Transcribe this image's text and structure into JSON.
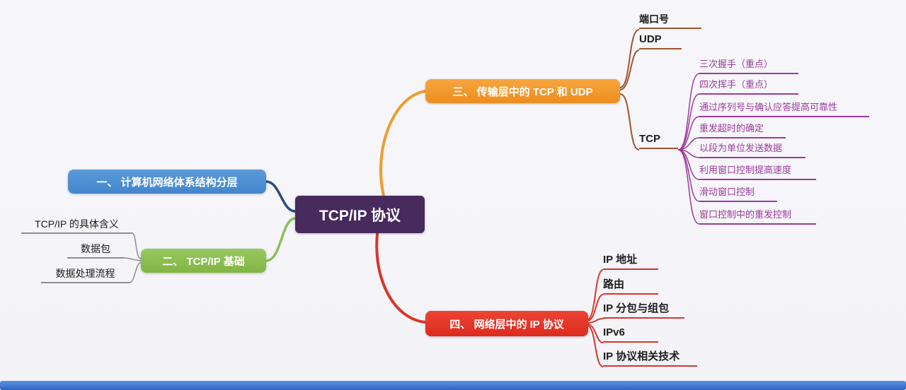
{
  "title": "TCP/IP 协议",
  "branches": {
    "layering": {
      "label": "一、 计算机网络体系结构分层"
    },
    "basics": {
      "label": "二、 TCP/IP 基础",
      "children": [
        {
          "label": "TCP/IP 的具体含义"
        },
        {
          "label": "数据包"
        },
        {
          "label": "数据处理流程"
        }
      ]
    },
    "transport": {
      "label": "三、 传输层中的 TCP 和 UDP",
      "children": [
        {
          "label": "端口号"
        },
        {
          "label": "UDP"
        },
        {
          "label": "TCP",
          "children": [
            {
              "label": "三次握手（重点）"
            },
            {
              "label": "四次挥手（重点）"
            },
            {
              "label": "通过序列号与确认应答提高可靠性"
            },
            {
              "label": "重发超时的确定"
            },
            {
              "label": "以段为单位发送数据"
            },
            {
              "label": "利用窗口控制提高速度"
            },
            {
              "label": "滑动窗口控制"
            },
            {
              "label": "窗口控制中的重发控制"
            }
          ]
        }
      ]
    },
    "network": {
      "label": "四、 网络层中的 IP 协议",
      "children": [
        {
          "label": "IP 地址"
        },
        {
          "label": "路由"
        },
        {
          "label": "IP 分包与组包"
        },
        {
          "label": "IPv6"
        },
        {
          "label": "IP 协议相关技术"
        }
      ]
    }
  },
  "colors": {
    "central_topic": "#472a5e",
    "branch_layering": "#4b8fd4",
    "branch_basics": "#8cbf52",
    "branch_transport": "#f09a2f",
    "branch_network": "#dc2a1f",
    "wire_layering": "#2f4a7a",
    "wire_basics": "#8cbf52",
    "wire_transport": "#f09a2f",
    "wire_network": "#d9352b",
    "wire_transport_children": "#a0522d",
    "wire_tcp_children": "#9b3a9b",
    "wire_basics_children": "#8f8f8f",
    "bottom_bar": "#2f63c4"
  }
}
